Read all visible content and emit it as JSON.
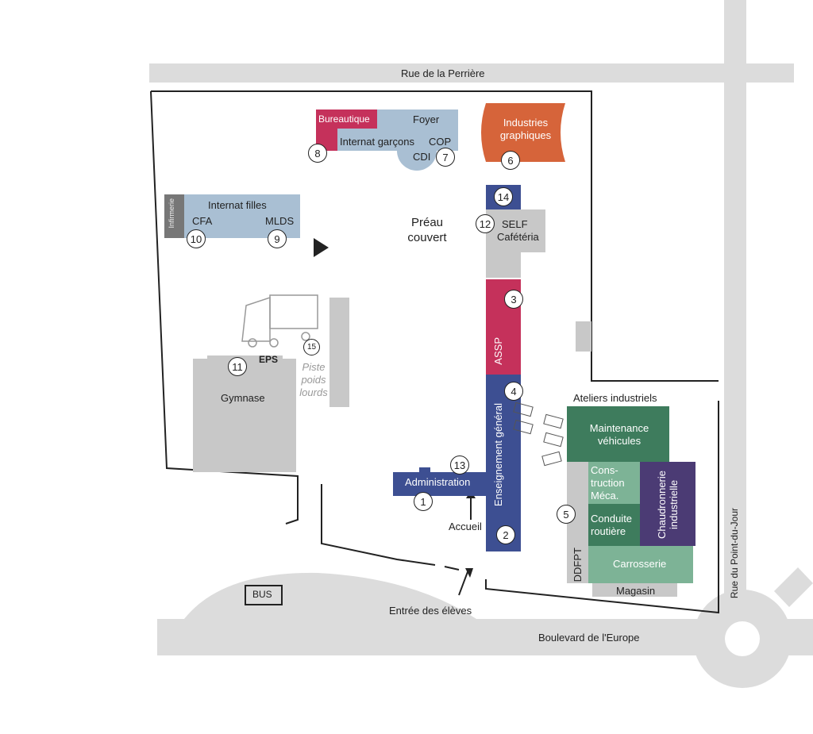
{
  "roads": {
    "north": "Rue de la Perrière",
    "east": "Rue du Point-du-Jour",
    "south": "Boulevard de l'Europe"
  },
  "buildings": {
    "bureautique": "Bureautique",
    "foyer": "Foyer",
    "internat_garcons": "Internat garçons",
    "cop": "COP",
    "cdi": "CDI",
    "industries_graphiques": "Industries graphiques",
    "internat_filles": "Internat filles",
    "infirmerie": "Infirmerie",
    "cfa": "CFA",
    "mlds": "MLDS",
    "preau": "Préau couvert",
    "self": "SELF",
    "cafeteria": "Cafétéria",
    "assp": "ASSP",
    "enseignement": "Enseignement général",
    "administration": "Administration",
    "accueil": "Accueil",
    "eps": "EPS",
    "gymnase": "Gymnase",
    "piste": "Piste poids lourds",
    "ateliers": "Ateliers industriels",
    "maintenance": "Maintenance véhicules",
    "construction": "Cons-truction Méca.",
    "conduite": "Conduite routière",
    "chaudronnerie": "Chaudronnerie industrielle",
    "carrosserie": "Carrosserie",
    "magasin": "Magasin",
    "ddfpt": "DDFPT",
    "bus": "BUS",
    "entree": "Entrée des élèves"
  },
  "markers": [
    "1",
    "2",
    "3",
    "4",
    "5",
    "6",
    "7",
    "8",
    "9",
    "10",
    "11",
    "12",
    "13",
    "14",
    "15"
  ],
  "colors": {
    "blue_light": "#a9bfd3",
    "magenta": "#c5315b",
    "orange": "#d6643a",
    "blue": "#3d4f92",
    "gray": "#c8c8c8",
    "green_dark": "#3e7c5d",
    "green_light": "#7db396",
    "green_mid": "#5a9a78",
    "purple": "#4b3b74",
    "road": "#dcdcdc"
  }
}
